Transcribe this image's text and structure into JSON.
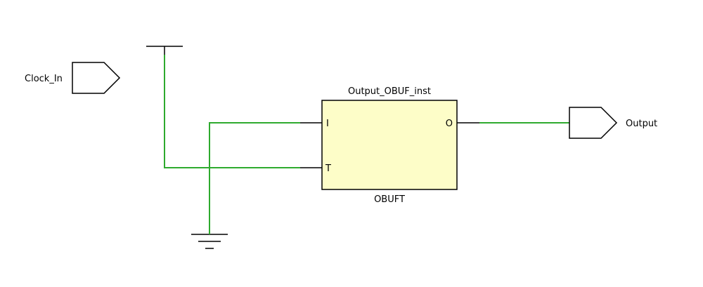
{
  "schematic": {
    "ports": {
      "input": {
        "label": "Clock_In"
      },
      "output": {
        "label": "Output"
      }
    },
    "cell": {
      "instance_name": "Output_OBUF_inst",
      "type_name": "OBUFT",
      "pins": {
        "i": "I",
        "t": "T",
        "o": "O"
      }
    }
  },
  "colors": {
    "wire": "#2eaa2e",
    "cell_fill": "#fdfdc8",
    "outline": "#000000",
    "background": "#ffffff"
  }
}
